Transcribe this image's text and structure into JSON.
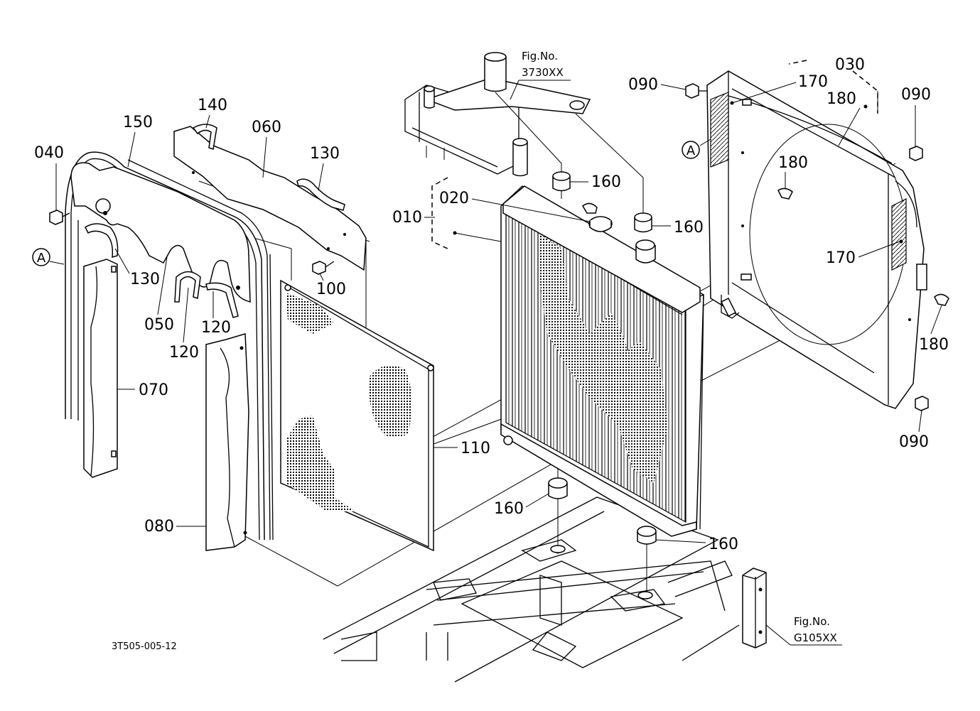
{
  "drawing_code": "3T505-005-12",
  "fig_refs": [
    {
      "label": "Fig.No.",
      "number": "3730XX"
    },
    {
      "label": "Fig.No.",
      "number": "G105XX"
    }
  ],
  "ref_marker": "A",
  "labels": {
    "p010": "010",
    "p020": "020",
    "p030": "030",
    "p040": "040",
    "p050": "050",
    "p060": "060",
    "p070": "070",
    "p080": "080",
    "p090": "090",
    "p100": "100",
    "p110": "110",
    "p120": "120",
    "p130": "130",
    "p140": "140",
    "p150": "150",
    "p160": "160",
    "p170": "170",
    "p180": "180"
  }
}
